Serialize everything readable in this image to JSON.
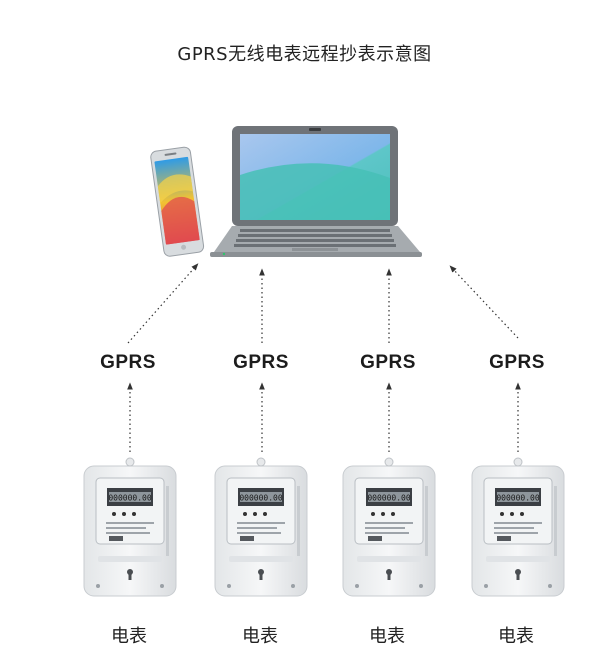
{
  "title": "GPRS无线电表远程抄表示意图",
  "channels": [
    {
      "protocol": "GPRS",
      "device": "电表"
    },
    {
      "protocol": "GPRS",
      "device": "电表"
    },
    {
      "protocol": "GPRS",
      "device": "电表"
    },
    {
      "protocol": "GPRS",
      "device": "电表"
    }
  ],
  "colors": {
    "arrow": "#333333",
    "meter_body": "#eceff1",
    "screen_gradient_top": "#3fa9e8",
    "screen_gradient_bottom": "#7fd8c4",
    "laptop_body": "#6f7378"
  },
  "icons": {
    "phone": "smartphone-icon",
    "laptop": "laptop-icon",
    "meter": "electric-meter-icon"
  }
}
